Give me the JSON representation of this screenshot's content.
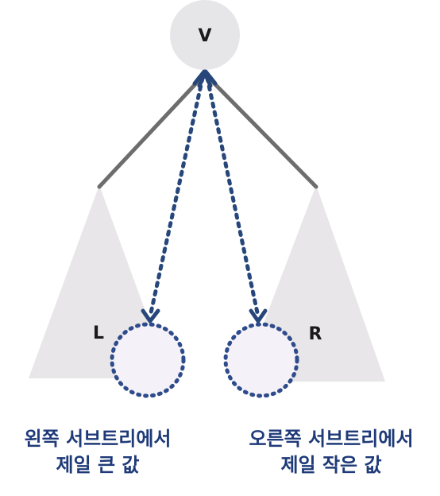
{
  "nodes": {
    "root": "V",
    "left": "L",
    "right": "R"
  },
  "captions": {
    "left": {
      "line1": "왼쪽 서브트리에서",
      "line2": "제일 큰 값"
    },
    "right": {
      "line1": "오른쪽 서브트리에서",
      "line2": "제일 작은 값"
    }
  },
  "colors": {
    "root_fill": "#e6e5e7",
    "subtree_fill": "#e8e6e8",
    "edge": "#6d6d6d",
    "arrow": "#27477a",
    "target_fill": "#f4f1f8",
    "target_border": "#2e4b8b",
    "caption_text": "#1e3a78"
  }
}
